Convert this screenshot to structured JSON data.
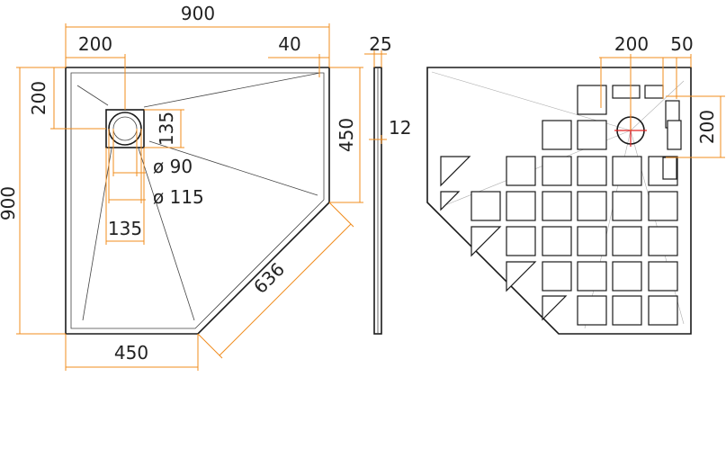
{
  "colors": {
    "dimension_line": "#f08c1e",
    "outline": "#1a1a1a",
    "drain_cross": "#e02020",
    "text": "#222222"
  },
  "dimensions": {
    "overall_width": "900",
    "drain_offset_x": "200",
    "corner_small": "40",
    "thickness_total": "25",
    "drain_offset_y": "200",
    "overall_height": "900",
    "drain_square": "135",
    "straight_side": "450",
    "thickness_edge": "12",
    "drain_diameter_inner": "ø 90",
    "drain_diameter_outer": "ø 115",
    "drain_square_width": "135",
    "diagonal_side": "636",
    "bottom_side": "450",
    "rear_drain_offset_x": "200",
    "rear_drain_gap": "50",
    "rear_drain_offset_y": "200"
  }
}
